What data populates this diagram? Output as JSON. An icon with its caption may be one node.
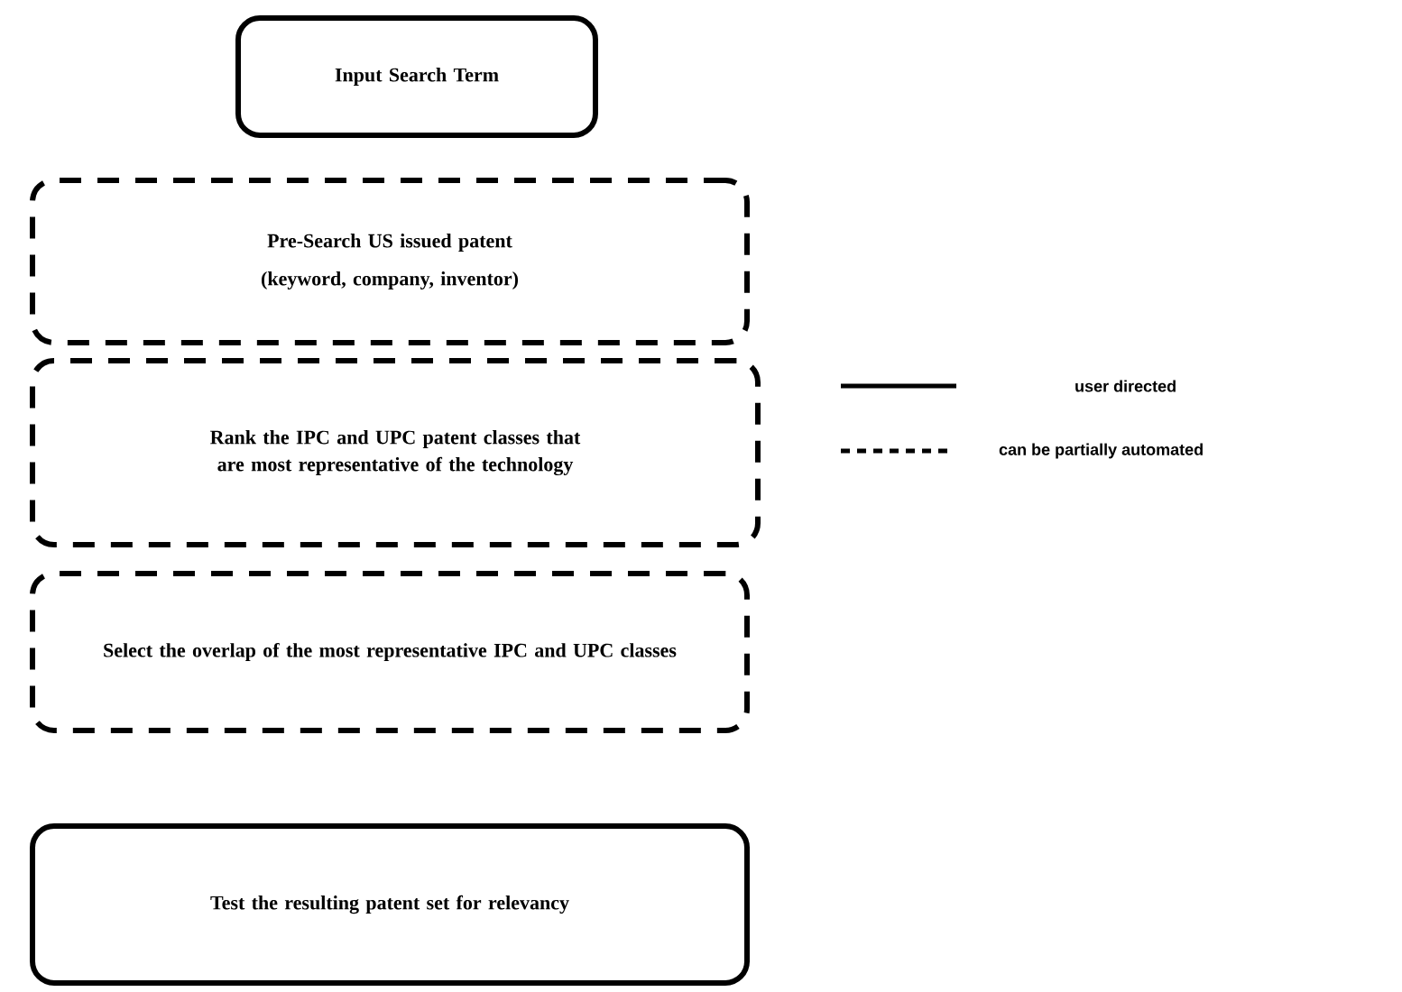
{
  "diagram": {
    "nodes": [
      {
        "text": [
          "Input Search Term"
        ]
      },
      {
        "text": [
          "Pre-Search US issued patent",
          "(keyword, company, inventor)"
        ]
      },
      {
        "text": [
          "Rank the IPC and UPC patent classes that are most representative of the technology"
        ]
      },
      {
        "text": [
          "Select the overlap of the most representative IPC and UPC classes"
        ]
      },
      {
        "text": [
          "Test the resulting patent set for relevancy"
        ]
      }
    ],
    "edges": [],
    "legend": [
      {
        "text": "user directed"
      },
      {
        "text": "can be partially automated"
      }
    ]
  }
}
